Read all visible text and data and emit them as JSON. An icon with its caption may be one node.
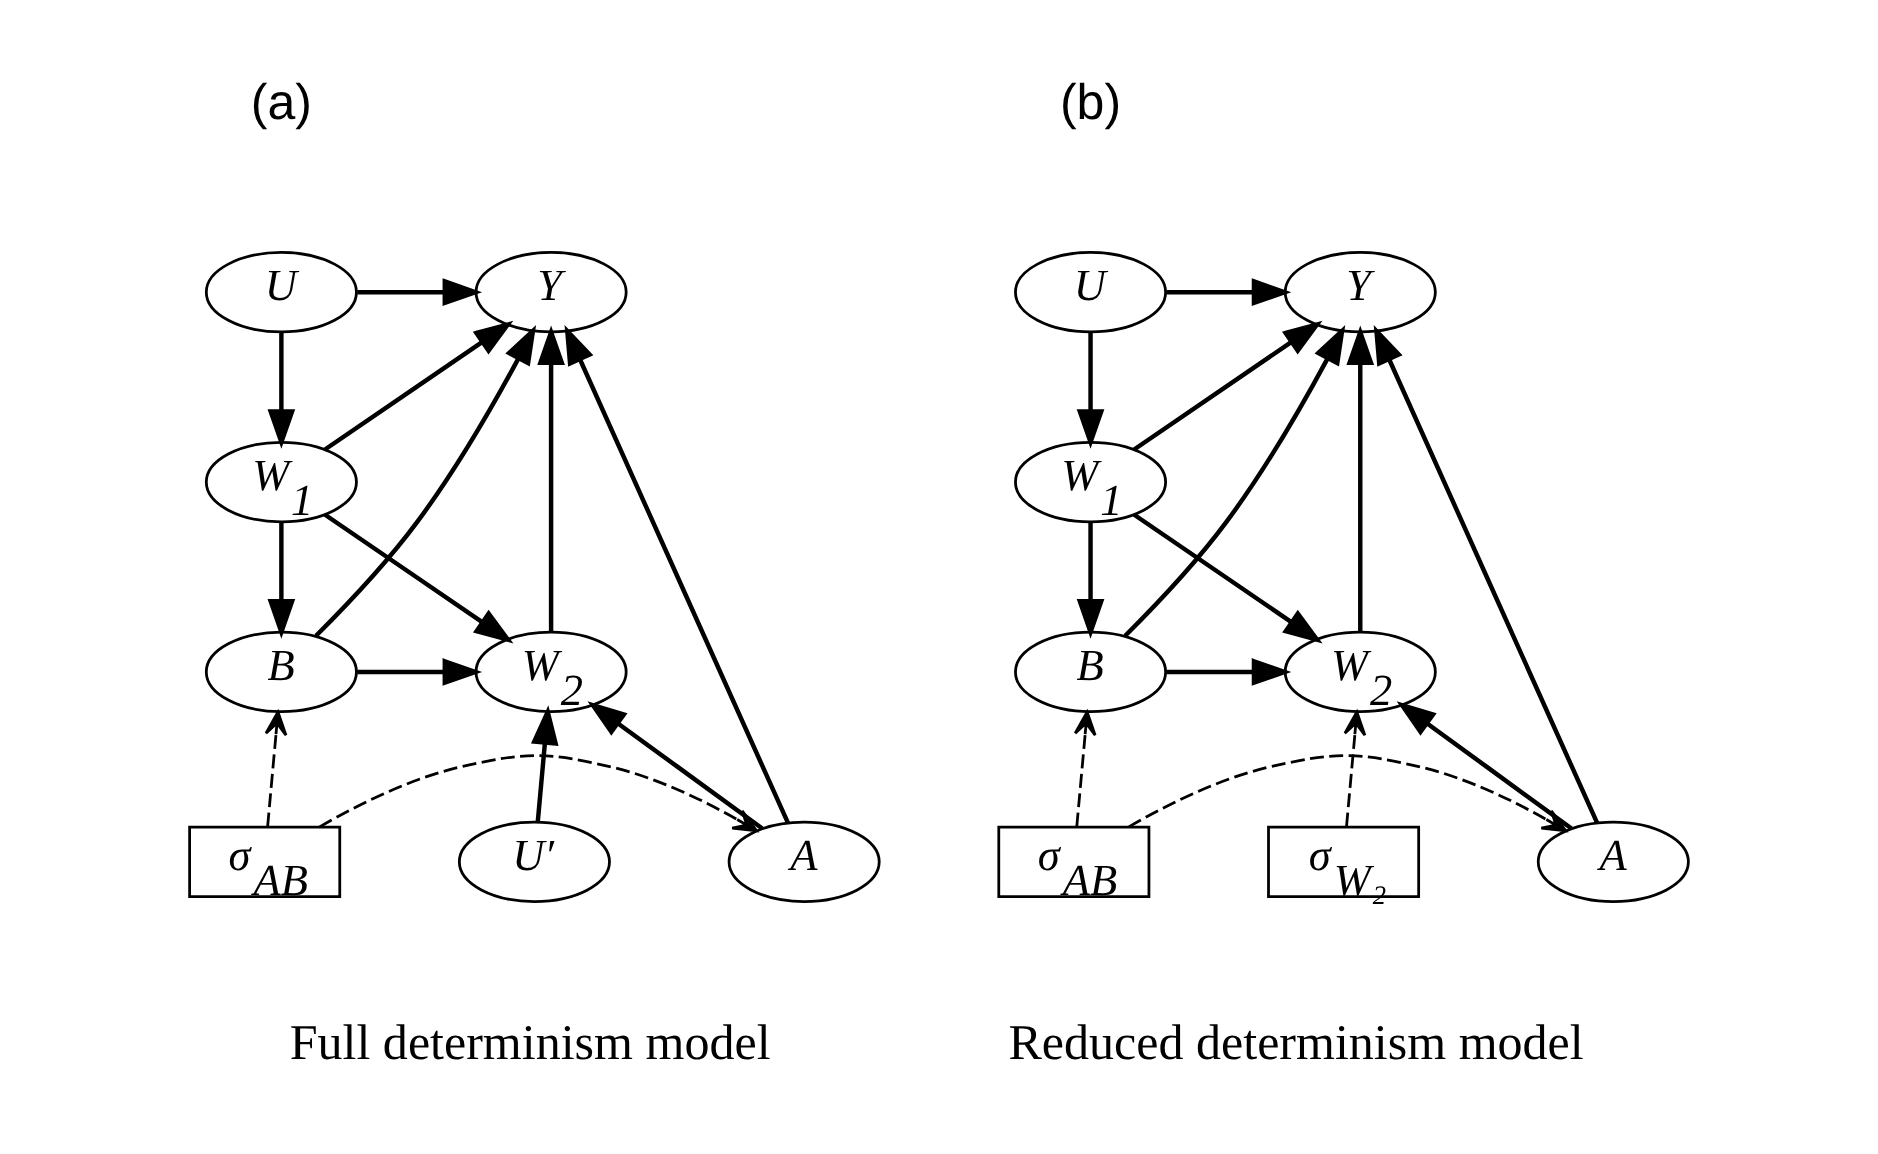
{
  "diagram": {
    "nodes": [
      {
        "text": [
          "U"
        ]
      },
      {
        "text": [
          "Y"
        ]
      },
      {
        "text": [
          "W$_{1}$"
        ]
      },
      {
        "text": [
          "B"
        ]
      },
      {
        "text": [
          "W$_{2}$"
        ]
      },
      {
        "text": [
          "U′"
        ]
      },
      {
        "text": [
          "σ$_{AB}$"
        ]
      },
      {
        "text": [
          "A"
        ]
      },
      {
        "text": [
          "U"
        ]
      },
      {
        "text": [
          "Y"
        ]
      },
      {
        "text": [
          "W$_{1}$"
        ]
      },
      {
        "text": [
          "B"
        ]
      },
      {
        "text": [
          "W$_{2}$"
        ]
      },
      {
        "text": [
          "σ$_{W₂}$"
        ]
      },
      {
        "text": [
          "σ$_{AB}$"
        ]
      },
      {
        "text": [
          "A"
        ]
      }
    ],
    "edges": [
      {
        "from": 3,
        "to": 1,
        "arrow": "to"
      },
      {
        "from": 0,
        "to": 1,
        "arrow": "to"
      },
      {
        "from": 0,
        "to": 2,
        "arrow": "to"
      },
      {
        "from": 2,
        "to": 1,
        "arrow": "to"
      },
      {
        "from": 2,
        "to": 3,
        "arrow": "to"
      },
      {
        "from": 2,
        "to": 4,
        "arrow": "to"
      },
      {
        "from": 3,
        "to": 4,
        "arrow": "to"
      },
      {
        "from": 4,
        "to": 1,
        "arrow": "to"
      },
      {
        "from": 5,
        "to": 4,
        "arrow": "to"
      },
      {
        "from": 7,
        "to": 4,
        "arrow": "to"
      },
      {
        "from": 7,
        "to": 1,
        "arrow": "to"
      },
      {
        "from": 6,
        "to": 3,
        "arrow": "to",
        "style": "dashed"
      },
      {
        "from": 6,
        "to": 7,
        "arrow": "to",
        "style": "dashed"
      },
      {
        "from": 11,
        "to": 9,
        "arrow": "to"
      },
      {
        "from": 8,
        "to": 9,
        "arrow": "to"
      },
      {
        "from": 8,
        "to": 10,
        "arrow": "to"
      },
      {
        "from": 10,
        "to": 9,
        "arrow": "to"
      },
      {
        "from": 10,
        "to": 11,
        "arrow": "to"
      },
      {
        "from": 10,
        "to": 12,
        "arrow": "to"
      },
      {
        "from": 11,
        "to": 12,
        "arrow": "to"
      },
      {
        "from": 12,
        "to": 9,
        "arrow": "to"
      },
      {
        "from": 13,
        "to": 12,
        "arrow": "to",
        "style": "dashed"
      },
      {
        "from": 15,
        "to": 12,
        "arrow": "to"
      },
      {
        "from": 15,
        "to": 9,
        "arrow": "to"
      },
      {
        "from": 14,
        "to": 11,
        "arrow": "to",
        "style": "dashed"
      },
      {
        "from": 14,
        "to": 15,
        "arrow": "to",
        "style": "dashed"
      }
    ],
    "labels": [
      "(a)",
      "(b)",
      "Full determinism model",
      "Reduced determinism model"
    ]
  }
}
